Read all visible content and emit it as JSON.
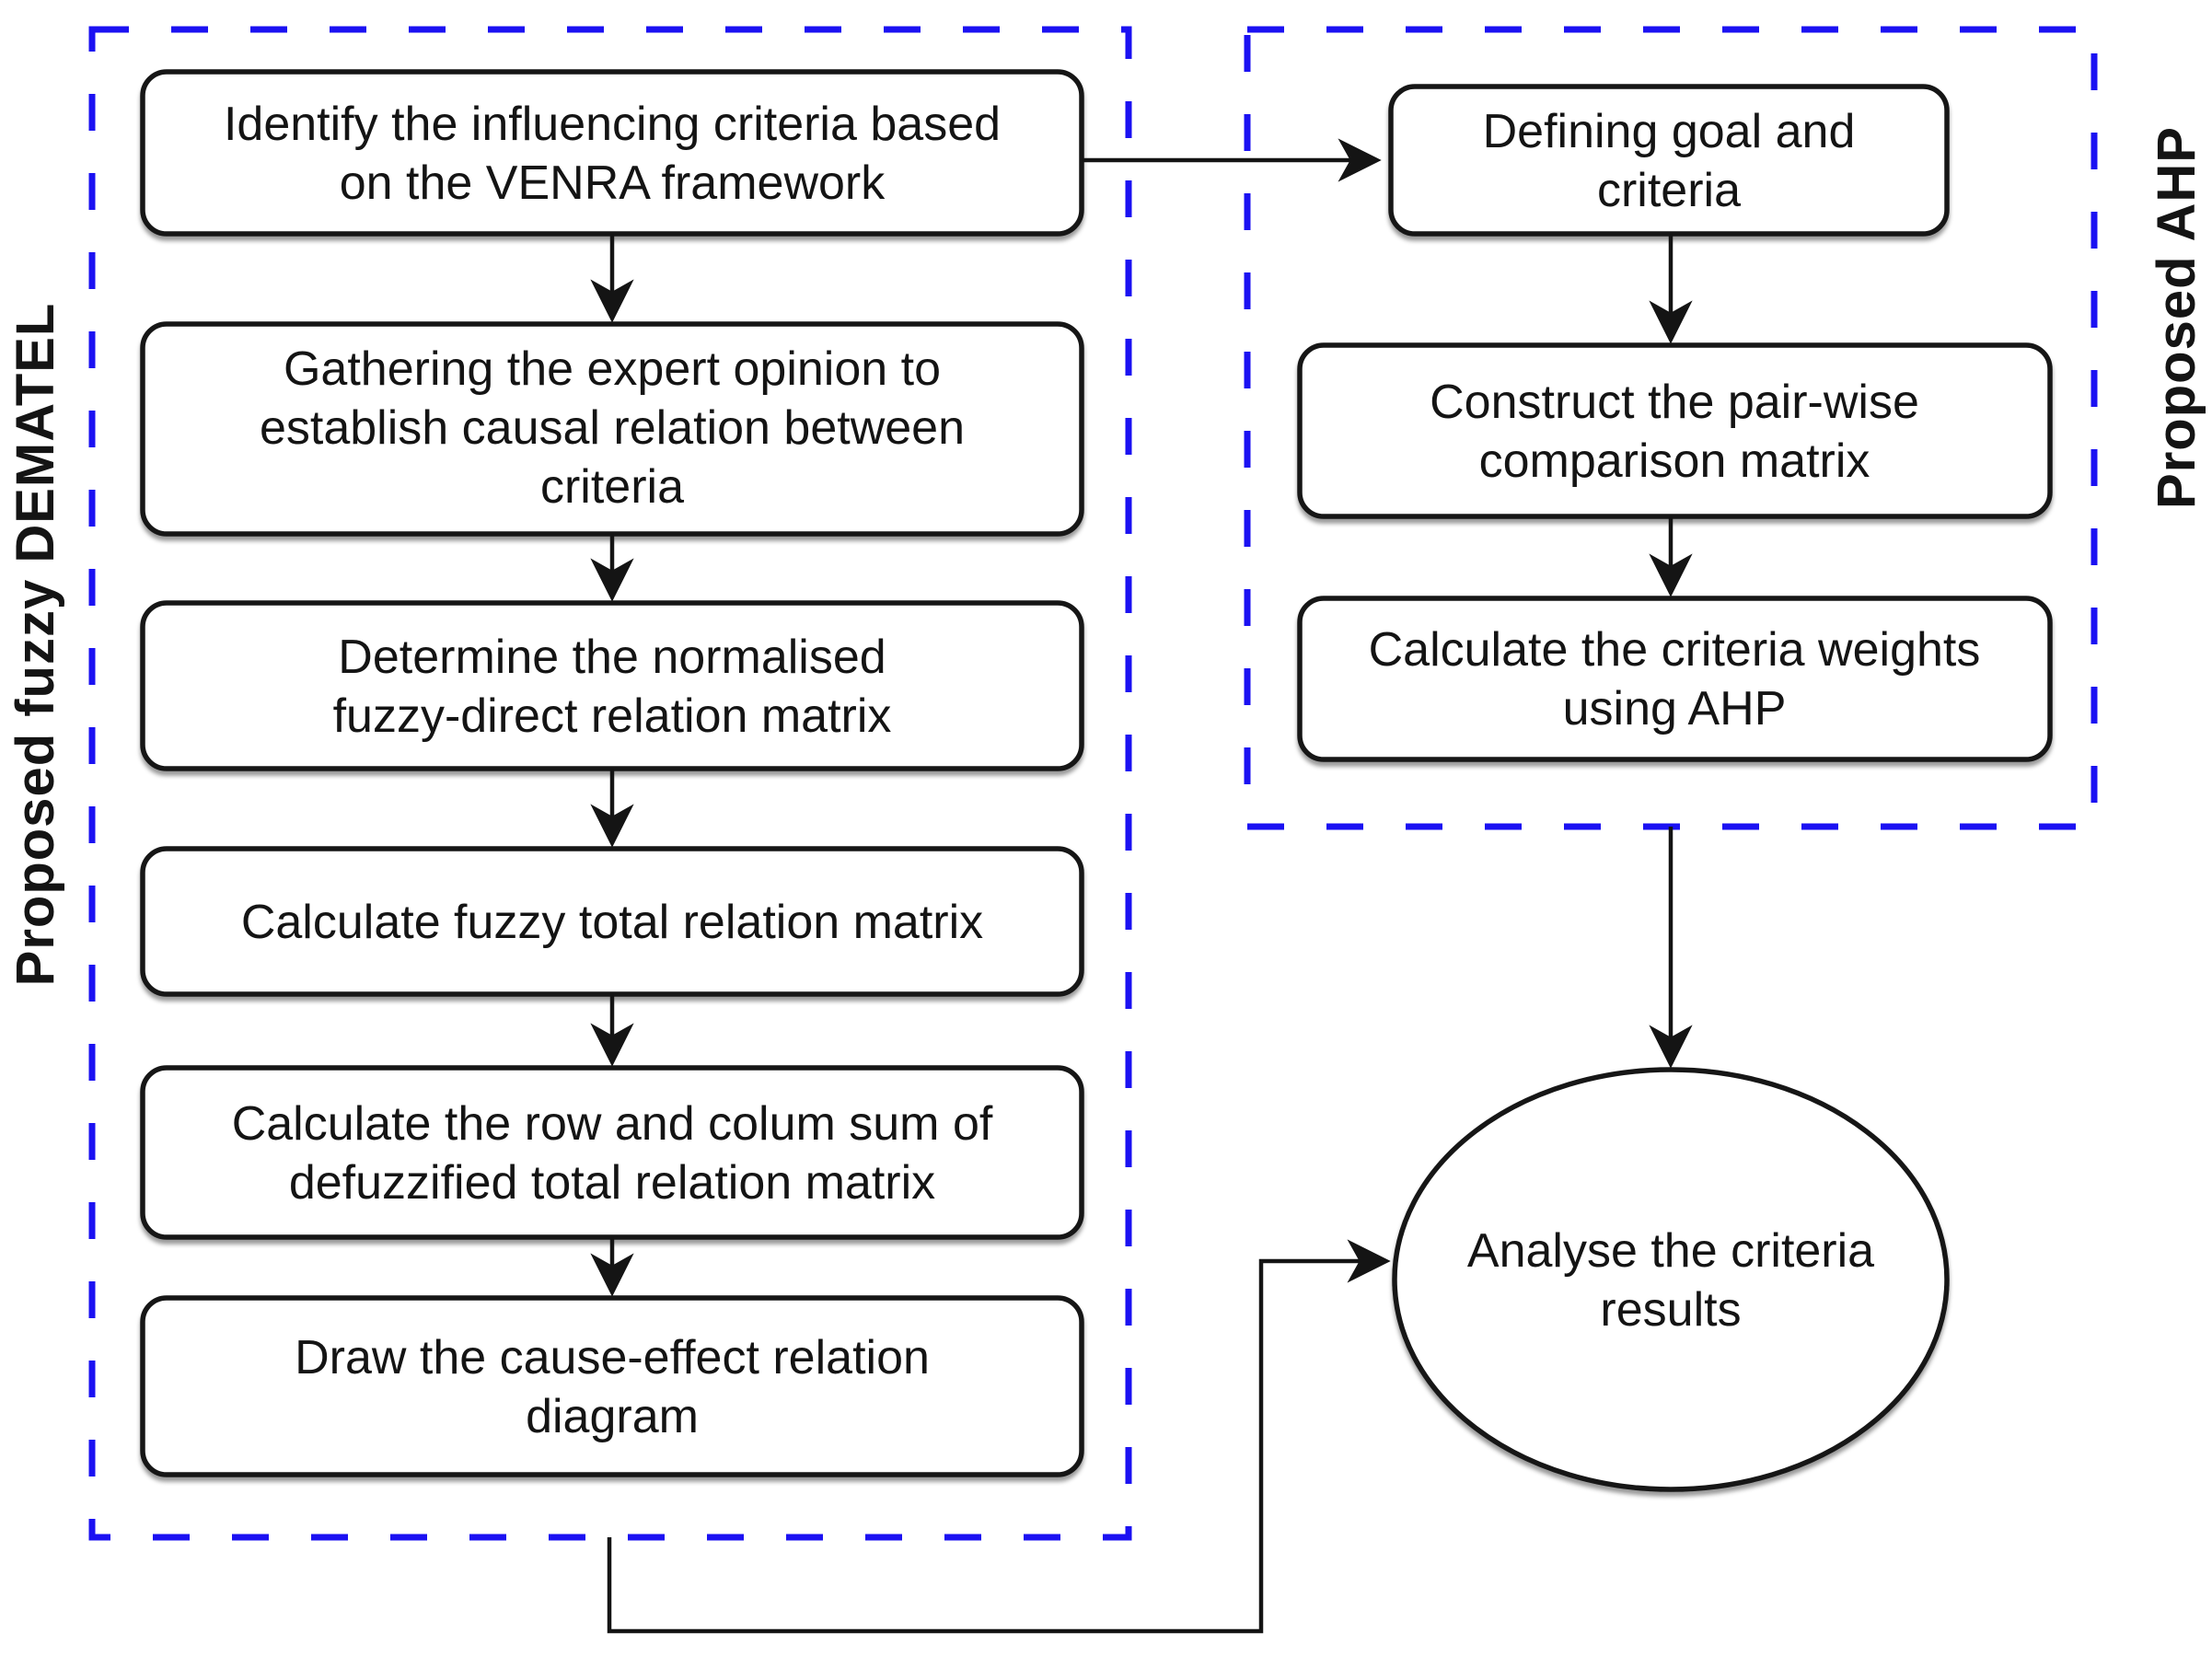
{
  "diagram": {
    "colors": {
      "dashed_border": "#1b11f2",
      "box_border": "#141414",
      "text": "#141414",
      "background": "#ffffff"
    },
    "left_group": {
      "label": "Proposed fuzzy DEMATEL",
      "boxes": [
        {
          "lines": [
            "Identify the influencing criteria based",
            "on the VENRA framework"
          ]
        },
        {
          "lines": [
            "Gathering the expert opinion to",
            "establish causal relation between",
            "criteria"
          ]
        },
        {
          "lines": [
            "Determine the normalised",
            "fuzzy-direct relation matrix"
          ]
        },
        {
          "lines": [
            "Calculate fuzzy total relation matrix"
          ]
        },
        {
          "lines": [
            "Calculate the row and colum sum of",
            "defuzzified total relation matrix"
          ]
        },
        {
          "lines": [
            "Draw the cause-effect relation",
            "diagram"
          ]
        }
      ]
    },
    "right_group": {
      "label": "Proposed AHP",
      "boxes": [
        {
          "lines": [
            "Defining goal and",
            "criteria"
          ]
        },
        {
          "lines": [
            "Construct the pair-wise",
            "comparison matrix"
          ]
        },
        {
          "lines": [
            "Calculate the criteria weights",
            "using AHP"
          ]
        }
      ]
    },
    "terminal": {
      "lines": [
        "Analyse the criteria",
        "results"
      ]
    }
  }
}
